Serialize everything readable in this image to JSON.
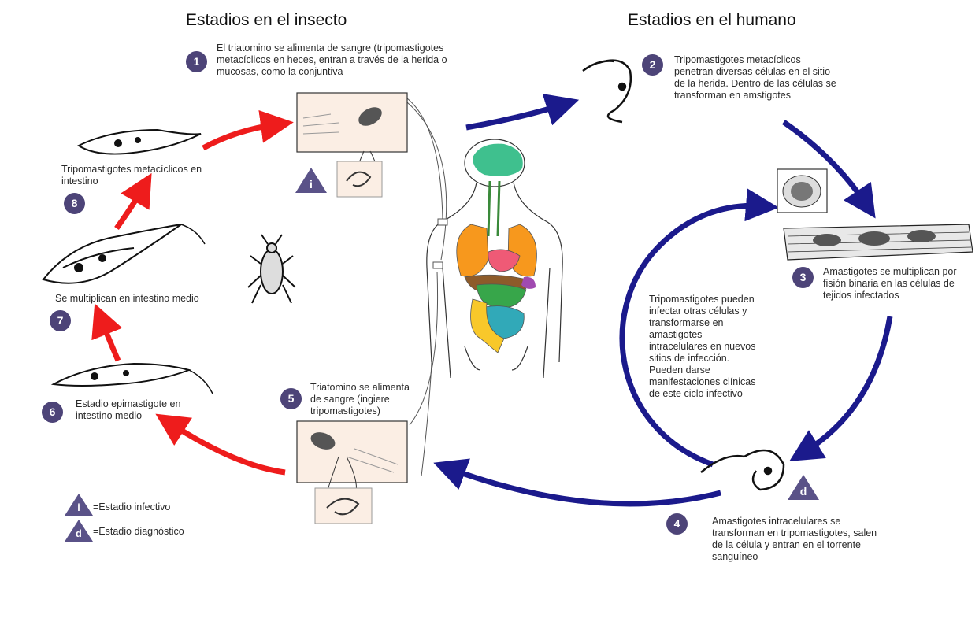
{
  "headings": {
    "insect": "Estadios en el insecto",
    "human": "Estadios en el humano"
  },
  "steps": [
    {
      "num": "1",
      "text": [
        "El triatomino se alimenta de sangre (tripomastigotes",
        "metacíclicos en heces, entran a través de la herida o",
        "mucosas, como la conjuntiva"
      ]
    },
    {
      "num": "2",
      "text": [
        "Tripomastigotes metacíclicos",
        "penetran diversas células en el sitio",
        "de la herida. Dentro de las células se",
        "transforman en amstigotes"
      ]
    },
    {
      "num": "3",
      "text": [
        "Amastigotes se multiplican por",
        "fisión binaria en las células de",
        "tejidos infectados"
      ]
    },
    {
      "num": "4",
      "text": [
        "Amastigotes intracelulares se",
        "transforman en tripomastigotes, salen",
        "de la célula y entran en el torrente",
        "sanguíneo"
      ]
    },
    {
      "num": "5",
      "text": [
        "Triatomino se  alimenta",
        "de sangre (ingiere",
        "tripomastigotes)"
      ]
    },
    {
      "num": "6",
      "text": [
        "Estadio epimastigote en",
        "intestino medio"
      ]
    },
    {
      "num": "7",
      "text": [
        "Se multiplican en intestino medio"
      ]
    },
    {
      "num": "8",
      "text": [
        "Tripomastigotes metacíclicos en",
        "intestino"
      ]
    }
  ],
  "center_note": [
    "Tripomastigotes pueden",
    "infectar otras células y",
    "transformarse en",
    "amastigotes",
    "intracelulares en nuevos",
    "sitios de infección.",
    "Pueden darse",
    "manifestaciones clínicas",
    "de este ciclo infectivo"
  ],
  "markers": {
    "infective": "i",
    "diagnostic": "d"
  },
  "legend": {
    "infective": {
      "symbol": "i",
      "label": "=Estadio infectivo"
    },
    "diagnostic": {
      "symbol": "d",
      "label": "=Estadio diagnóstico"
    }
  },
  "colors": {
    "insect_arrow": "#ee1c1c",
    "human_arrow": "#1b1a8c",
    "badge": "#4d4478",
    "marker": "#5a5288"
  }
}
